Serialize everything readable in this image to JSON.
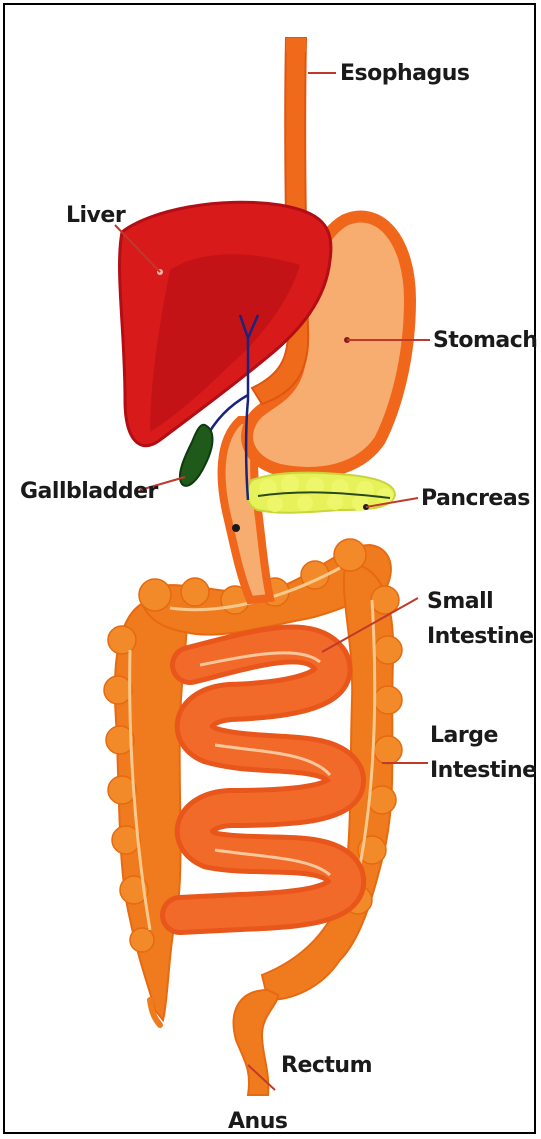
{
  "labels": {
    "esophagus": "Esophagus",
    "liver": "Liver",
    "stomach": "Stomach",
    "gallbladder": "Gallbladder",
    "pancreas": "Pancreas",
    "small_intestine_line1": "Small",
    "small_intestine_line2": "Intestine",
    "large_intestine_line1": "Large",
    "large_intestine_line2": "Intestine",
    "rectum": "Rectum",
    "anus": "Anus"
  },
  "colors": {
    "liver": "#d91a1a",
    "liver_shadow": "#b20e14",
    "esophagus": "#f06a1c",
    "stomach_fill": "#f6ad6f",
    "stomach_rim": "#f0661a",
    "gallbladder": "#1f5a1a",
    "pancreas": "#e7f25a",
    "intestine": "#f07a1e",
    "intestine_light": "#f8a64a",
    "leader_line": "#c0392b",
    "bile_duct": "#1a237e"
  }
}
